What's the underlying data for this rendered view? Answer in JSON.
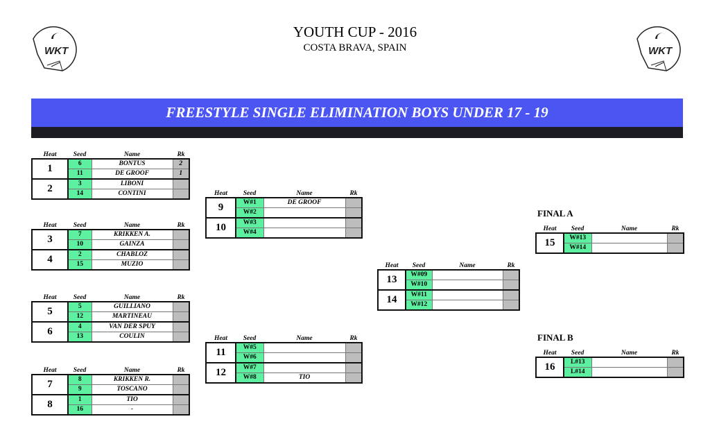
{
  "header": {
    "title": "YOUTH CUP - 2016",
    "subtitle": "COSTA BRAVA, SPAIN",
    "logo_text": "WKT"
  },
  "banner": "FREESTYLE SINGLE ELIMINATION BOYS UNDER 17 - 19",
  "columns": {
    "heat": "Heat",
    "seed": "Seed",
    "name": "Name",
    "rk": "Rk"
  },
  "groups": [
    {
      "heats": [
        {
          "heat": "1",
          "rows": [
            {
              "seed": "6",
              "name": "BONTUS",
              "rk": "2"
            },
            {
              "seed": "11",
              "name": "DE GROOF",
              "rk": "1"
            }
          ]
        },
        {
          "heat": "2",
          "rows": [
            {
              "seed": "3",
              "name": "LIBONI",
              "rk": ""
            },
            {
              "seed": "14",
              "name": "CONTINI",
              "rk": ""
            }
          ]
        }
      ]
    },
    {
      "heats": [
        {
          "heat": "3",
          "rows": [
            {
              "seed": "7",
              "name": "KRIKKEN A.",
              "rk": ""
            },
            {
              "seed": "10",
              "name": "GAINZA",
              "rk": ""
            }
          ]
        },
        {
          "heat": "4",
          "rows": [
            {
              "seed": "2",
              "name": "CHABLOZ",
              "rk": ""
            },
            {
              "seed": "15",
              "name": "MUZIO",
              "rk": ""
            }
          ]
        }
      ]
    },
    {
      "heats": [
        {
          "heat": "5",
          "rows": [
            {
              "seed": "5",
              "name": "GUILLIANO",
              "rk": ""
            },
            {
              "seed": "12",
              "name": "MARTINEAU",
              "rk": ""
            }
          ]
        },
        {
          "heat": "6",
          "rows": [
            {
              "seed": "4",
              "name": "VAN DER SPUY",
              "rk": ""
            },
            {
              "seed": "13",
              "name": "COULIN",
              "rk": ""
            }
          ]
        }
      ]
    },
    {
      "heats": [
        {
          "heat": "7",
          "rows": [
            {
              "seed": "8",
              "name": "KRIKKEN R.",
              "rk": ""
            },
            {
              "seed": "9",
              "name": "TOSCANO",
              "rk": ""
            }
          ]
        },
        {
          "heat": "8",
          "rows": [
            {
              "seed": "1",
              "name": "TIO",
              "rk": ""
            },
            {
              "seed": "16",
              "name": "-",
              "rk": ""
            }
          ]
        }
      ]
    },
    {
      "heats": [
        {
          "heat": "9",
          "rows": [
            {
              "seed": "W#1",
              "name": "DE GROOF",
              "rk": ""
            },
            {
              "seed": "W#2",
              "name": "",
              "rk": ""
            }
          ]
        },
        {
          "heat": "10",
          "rows": [
            {
              "seed": "W#3",
              "name": "",
              "rk": ""
            },
            {
              "seed": "W#4",
              "name": "",
              "rk": ""
            }
          ]
        }
      ]
    },
    {
      "heats": [
        {
          "heat": "11",
          "rows": [
            {
              "seed": "W#5",
              "name": "",
              "rk": ""
            },
            {
              "seed": "W#6",
              "name": "",
              "rk": ""
            }
          ]
        },
        {
          "heat": "12",
          "rows": [
            {
              "seed": "W#7",
              "name": "",
              "rk": ""
            },
            {
              "seed": "W#8",
              "name": "TIO",
              "rk": ""
            }
          ]
        }
      ]
    },
    {
      "heats": [
        {
          "heat": "13",
          "rows": [
            {
              "seed": "W#09",
              "name": "",
              "rk": ""
            },
            {
              "seed": "W#10",
              "name": "",
              "rk": ""
            }
          ]
        },
        {
          "heat": "14",
          "rows": [
            {
              "seed": "W#11",
              "name": "",
              "rk": ""
            },
            {
              "seed": "W#12",
              "name": "",
              "rk": ""
            }
          ]
        }
      ]
    },
    {
      "label": "FINAL A",
      "heats": [
        {
          "heat": "15",
          "rows": [
            {
              "seed": "W#13",
              "name": "",
              "rk": ""
            },
            {
              "seed": "W#14",
              "name": "",
              "rk": ""
            }
          ]
        }
      ]
    },
    {
      "label": "FINAL B",
      "heats": [
        {
          "heat": "16",
          "rows": [
            {
              "seed": "L#13",
              "name": "",
              "rk": ""
            },
            {
              "seed": "L#14",
              "name": "",
              "rk": ""
            }
          ]
        }
      ]
    }
  ]
}
